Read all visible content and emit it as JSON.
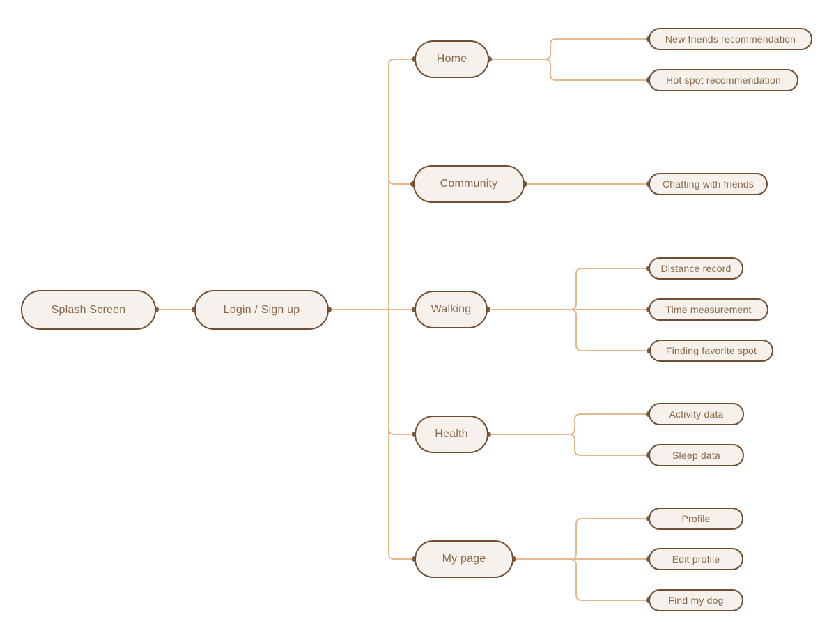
{
  "colors": {
    "background": "#ffffff",
    "node_fill": "#f6f1ec",
    "node_border": "#6f4e31",
    "node_text": "#8a6a4a",
    "connector": "#e4b98f",
    "dot": "#7b5b3c"
  },
  "nodes": {
    "root": {
      "label": "Splash Screen"
    },
    "login": {
      "label": "Login / Sign up"
    },
    "branches": [
      {
        "label": "Home",
        "children": [
          "New friends recommendation",
          "Hot spot recommendation"
        ]
      },
      {
        "label": "Community",
        "children": [
          "Chatting with friends"
        ]
      },
      {
        "label": "Walking",
        "children": [
          "Distance record",
          "Time measurement",
          "Finding favorite spot"
        ]
      },
      {
        "label": "Health",
        "children": [
          "Activity data",
          "Sleep data"
        ]
      },
      {
        "label": "My page",
        "children": [
          "Profile",
          "Edit profile",
          "Find my dog"
        ]
      }
    ]
  }
}
